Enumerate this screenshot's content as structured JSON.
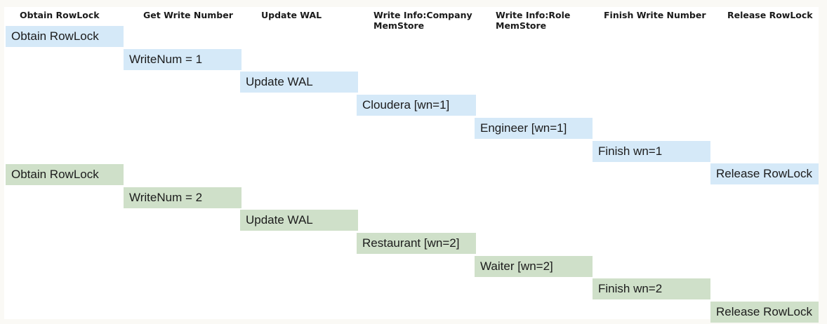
{
  "columns": [
    "Obtain RowLock",
    "Get Write Number",
    "Update WAL",
    "Write Info:Company\nMemStore",
    "Write Info:Role\nMemStore",
    "Finish Write Number",
    "Release RowLock"
  ],
  "transactions": [
    {
      "color": "#d5e9f8",
      "steps": [
        "Obtain RowLock",
        "WriteNum = 1",
        "Update WAL",
        "Cloudera [wn=1]",
        "Engineer [wn=1]",
        "Finish wn=1",
        "Release RowLock"
      ]
    },
    {
      "color": "#cfe0c9",
      "steps": [
        "Obtain RowLock",
        "WriteNum = 2",
        "Update WAL",
        "Restaurant [wn=2]",
        "Waiter [wn=2]",
        "Finish wn=2",
        "Release RowLock"
      ]
    }
  ]
}
